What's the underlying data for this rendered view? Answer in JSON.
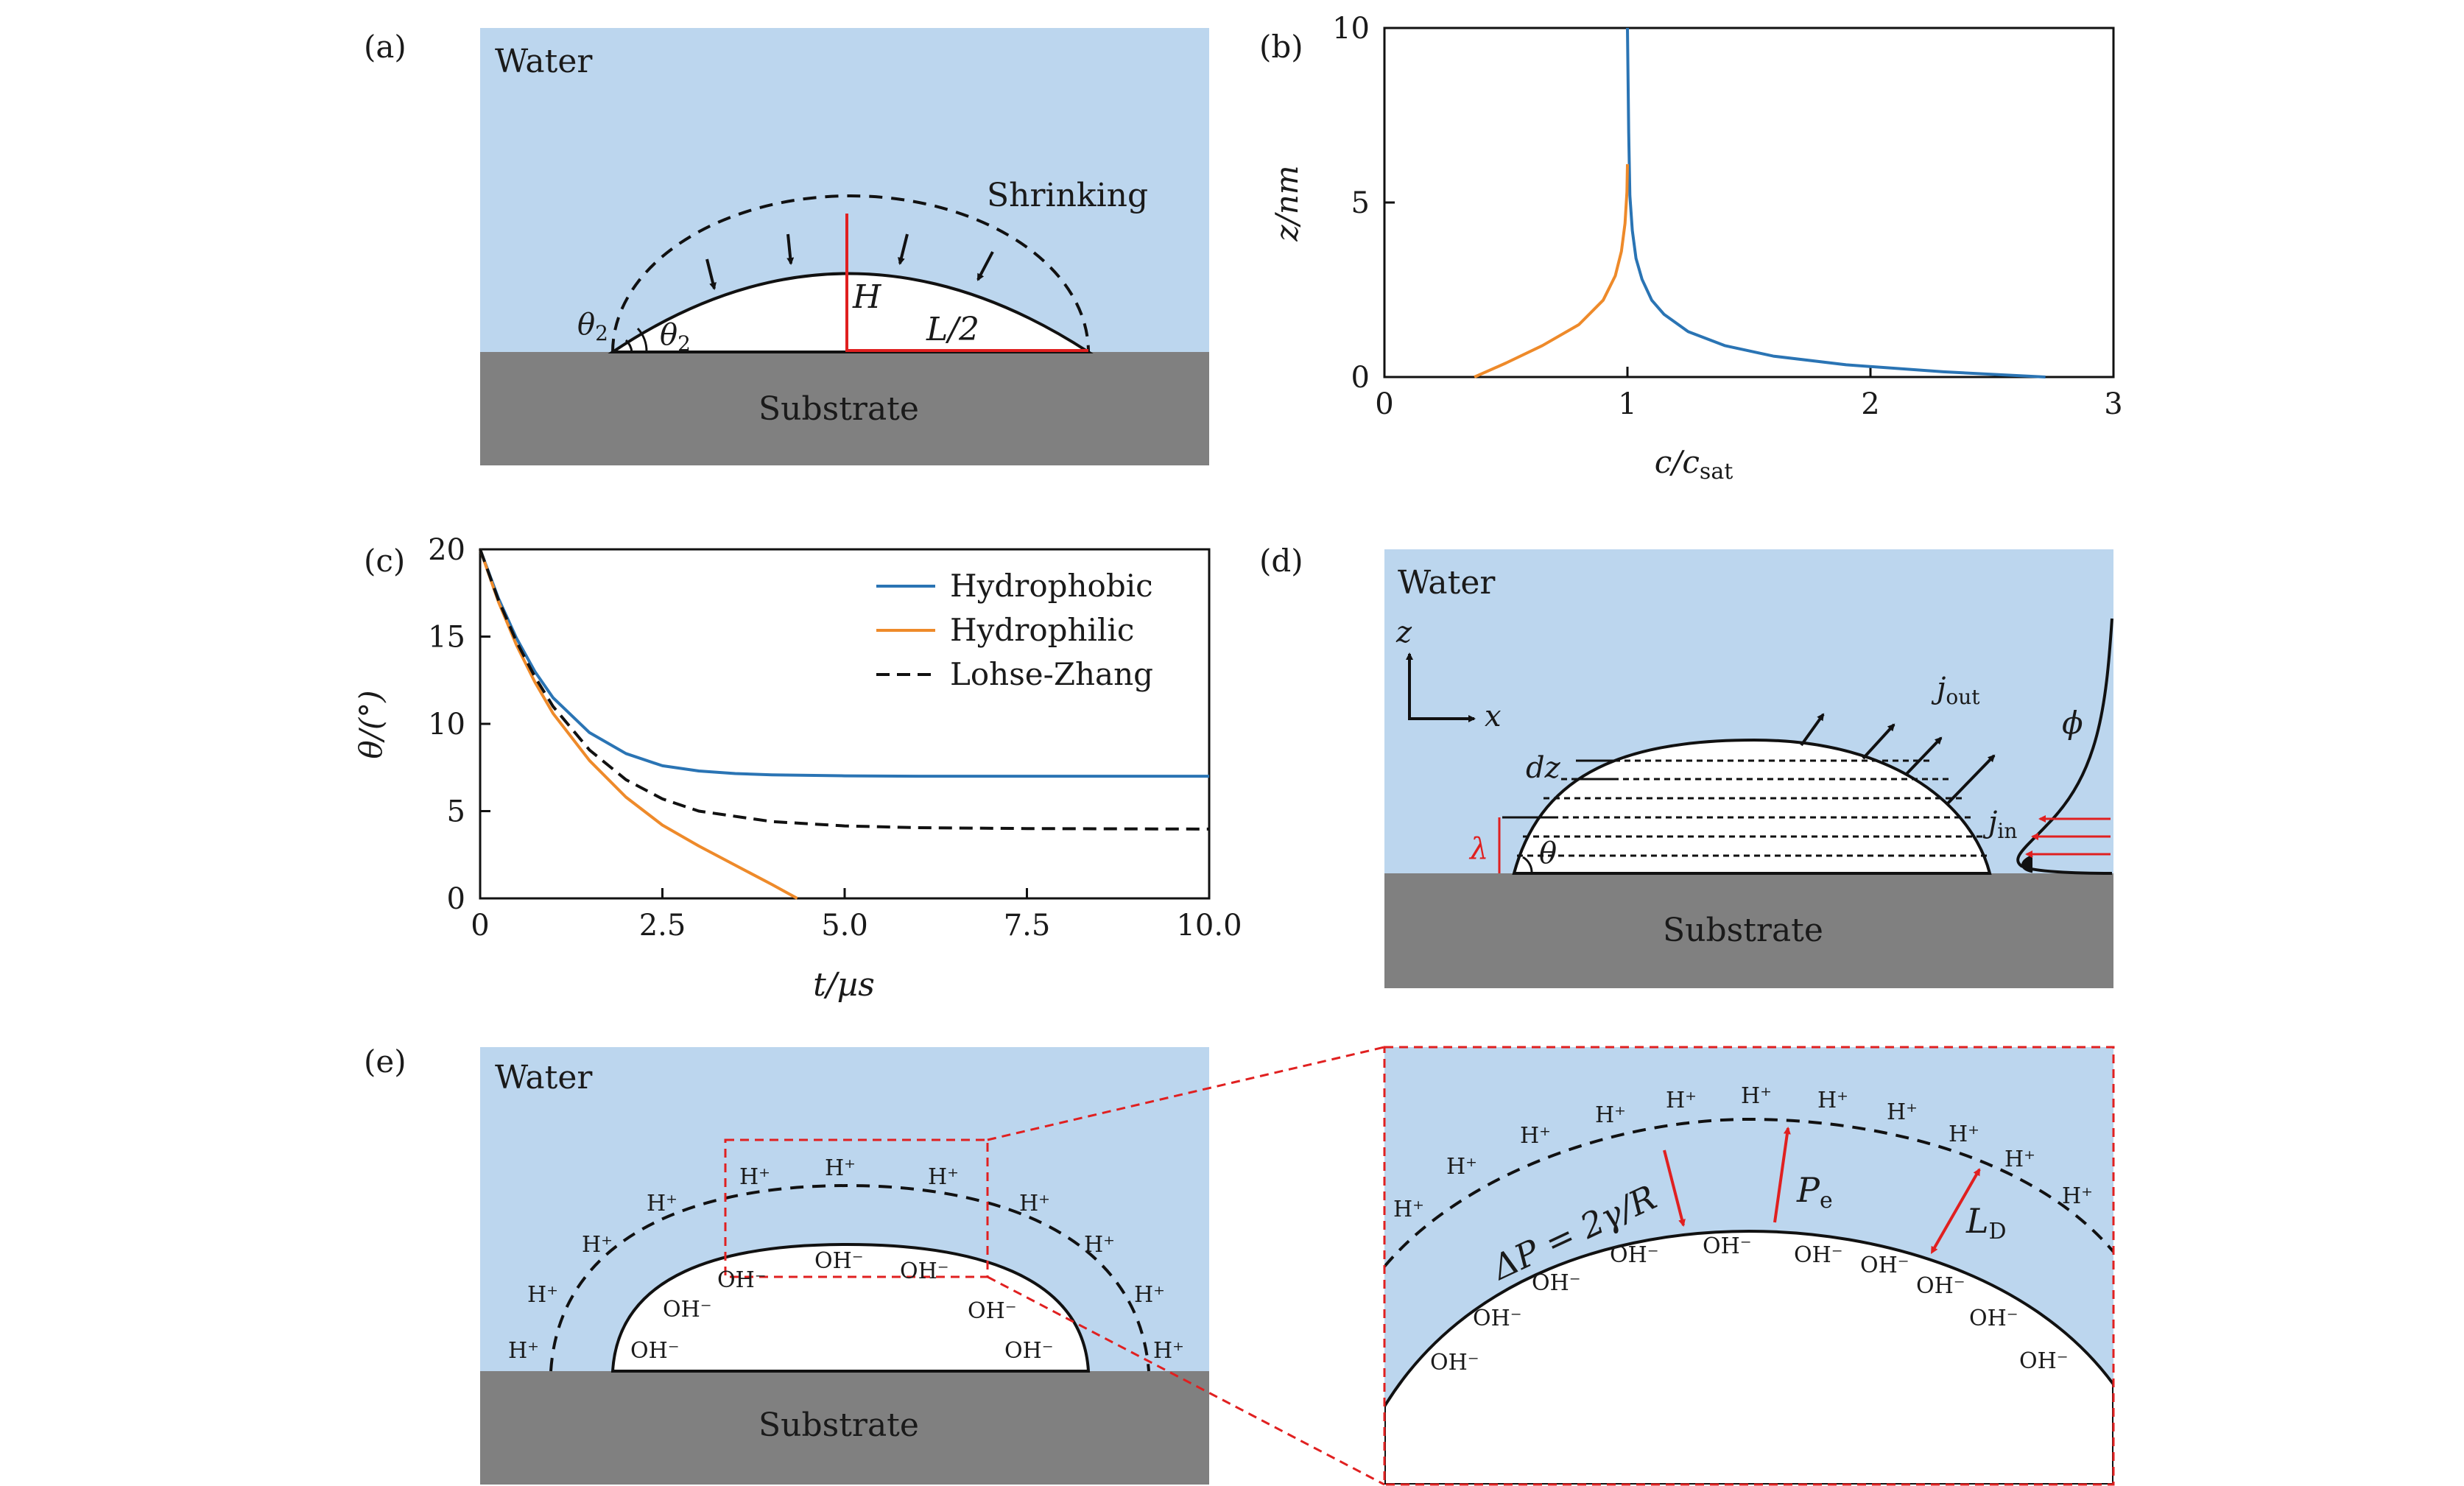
{
  "colors": {
    "water": "#bcd6ee",
    "substrate": "#808080",
    "hydrophobic": "#2a74b4",
    "hydrophilic": "#ee8a2a",
    "red": "#e02020",
    "black": "#111111"
  },
  "panel_a": {
    "label": "(a)",
    "water": "Water",
    "shrinking": "Shrinking",
    "substrate": "Substrate",
    "H": "H",
    "L2": "L/2",
    "theta_sym": "θ",
    "theta_sub": "2"
  },
  "panel_b": {
    "label": "(b)",
    "xlabel_main": "c/c",
    "xlabel_sub": "sat",
    "ylabel": "z/nm"
  },
  "panel_c": {
    "label": "(c)",
    "xlabel": "t/µs",
    "ylabel": "θ/(°)"
  },
  "panel_d": {
    "label": "(d)",
    "water": "Water",
    "substrate": "Substrate",
    "z": "z",
    "x": "x",
    "dz": "dz",
    "lambda": "λ",
    "theta": "θ",
    "j": "j",
    "out": "out",
    "in": "in",
    "phi": "ϕ"
  },
  "panel_e": {
    "label": "(e)",
    "water": "Water",
    "substrate": "Substrate",
    "hplus": "H⁺",
    "ohminus": "OH⁻",
    "dp_eq": "ΔP = 2γ/R",
    "P": "P",
    "e": "e",
    "L": "L",
    "D": "D"
  },
  "chart_data": [
    {
      "type": "line",
      "panel": "b",
      "xlabel": "c/c_sat",
      "ylabel": "z/nm",
      "xlim": [
        0,
        3
      ],
      "ylim": [
        0,
        10
      ],
      "xticks": [
        0,
        1,
        2,
        3
      ],
      "yticks": [
        0,
        5,
        10
      ],
      "grid": false,
      "series": [
        {
          "color": "hydrophobic",
          "x": [
            2.72,
            2.3,
            1.9,
            1.6,
            1.4,
            1.25,
            1.15,
            1.1,
            1.06,
            1.035,
            1.02,
            1.01,
            1.005,
            1.0
          ],
          "y": [
            0.0,
            0.15,
            0.35,
            0.6,
            0.9,
            1.3,
            1.8,
            2.2,
            2.8,
            3.4,
            4.2,
            5.2,
            7.0,
            10.0
          ]
        },
        {
          "color": "hydrophilic",
          "x": [
            0.37,
            0.5,
            0.65,
            0.8,
            0.9,
            0.95,
            0.975,
            0.99,
            0.998,
            1.0
          ],
          "y": [
            0.0,
            0.4,
            0.9,
            1.5,
            2.2,
            2.9,
            3.6,
            4.4,
            5.3,
            6.1
          ]
        }
      ]
    },
    {
      "type": "line",
      "panel": "c",
      "xlabel": "t/µs",
      "ylabel": "θ/(°)",
      "xlim": [
        0,
        10
      ],
      "ylim": [
        0,
        20
      ],
      "xticks": [
        "0",
        "2.5",
        "5.0",
        "7.5",
        "10.0"
      ],
      "yticks": [
        0,
        5,
        10,
        15,
        20
      ],
      "legend": "top-right",
      "grid": false,
      "series": [
        {
          "name": "Hydrophobic",
          "color": "hydrophobic",
          "x": [
            0,
            0.25,
            0.5,
            0.75,
            1.0,
            1.5,
            2.0,
            2.5,
            3.0,
            3.5,
            4.0,
            5.0,
            6.0,
            7.5,
            10.0
          ],
          "y": [
            20.0,
            17.2,
            14.9,
            13.0,
            11.5,
            9.5,
            8.3,
            7.6,
            7.3,
            7.15,
            7.08,
            7.02,
            7.0,
            7.0,
            7.0
          ]
        },
        {
          "name": "Hydrophilic",
          "color": "hydrophilic",
          "x": [
            0,
            0.25,
            0.5,
            0.75,
            1.0,
            1.5,
            2.0,
            2.5,
            3.0,
            3.5,
            4.0,
            4.35
          ],
          "y": [
            20.0,
            17.0,
            14.5,
            12.4,
            10.6,
            7.9,
            5.8,
            4.2,
            3.0,
            1.9,
            0.8,
            0.0
          ]
        },
        {
          "name": "Lohse-Zhang",
          "color": "black",
          "dashed": true,
          "x": [
            0,
            0.25,
            0.5,
            0.75,
            1.0,
            1.5,
            2.0,
            2.5,
            3.0,
            4.0,
            5.0,
            6.0,
            7.5,
            10.0
          ],
          "y": [
            20.0,
            17.1,
            14.7,
            12.7,
            11.0,
            8.5,
            6.8,
            5.7,
            5.0,
            4.4,
            4.15,
            4.05,
            4.0,
            3.97
          ]
        }
      ]
    }
  ]
}
